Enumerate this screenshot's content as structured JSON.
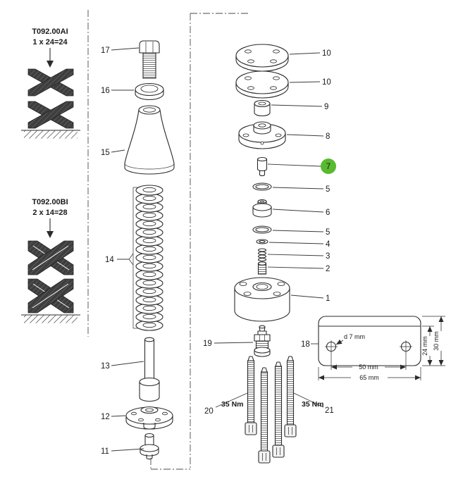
{
  "assemblies": {
    "a1": {
      "code": "T092.00AI",
      "formula": "1 x 24=24"
    },
    "a2": {
      "code": "T092.00BI",
      "formula": "2 x 14=28"
    }
  },
  "callouts": {
    "c1": "1",
    "c2": "2",
    "c3": "3",
    "c4": "4",
    "c5a": "5",
    "c5b": "5",
    "c6": "6",
    "c7": "7",
    "c8": "8",
    "c9": "9",
    "c10a": "10",
    "c10b": "10",
    "c11": "11",
    "c12": "12",
    "c13": "13",
    "c14": "14",
    "c15": "15",
    "c16": "16",
    "c17": "17",
    "c18": "18",
    "c19": "19",
    "c20": "20",
    "c21": "21"
  },
  "torque": {
    "left": "35 Nm",
    "right": "35 Nm"
  },
  "dims": {
    "hole": "d 7 mm",
    "hole_spacing": "50 mm",
    "width": "65 mm",
    "inner_height": "24 mm",
    "height": "30 mm"
  },
  "highlight": {
    "part": "7",
    "color": "#58ba2f"
  }
}
